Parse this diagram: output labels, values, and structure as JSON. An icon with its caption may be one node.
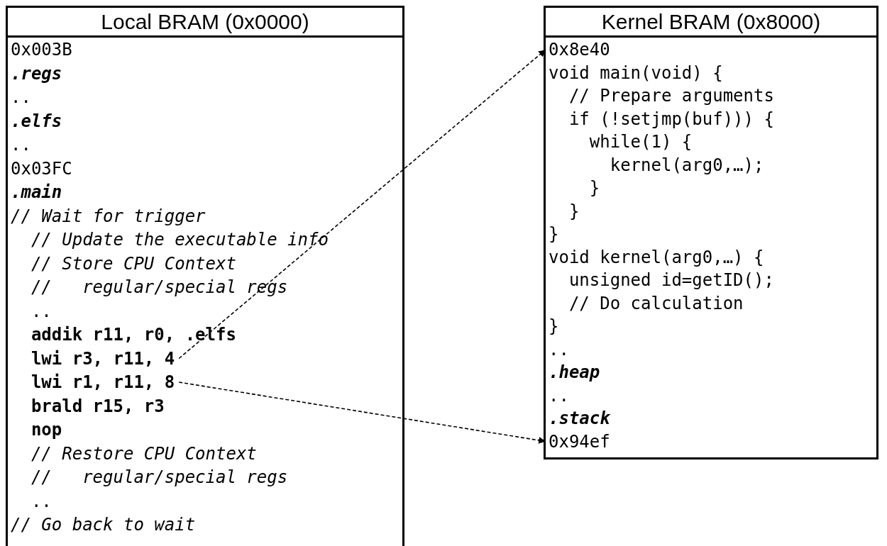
{
  "diagram": {
    "nodes": [
      {
        "text": [
          "Local BRAM (0x0000)"
        ]
      },
      {
        "text": [
          "0x003B"
        ],
        "in": 0
      },
      {
        "text": [
          ".regs"
        ],
        "in": 0
      },
      {
        "text": [
          ".."
        ],
        "in": 0
      },
      {
        "text": [
          ".elfs"
        ],
        "in": 0
      },
      {
        "text": [
          ".."
        ],
        "in": 0
      },
      {
        "text": [
          "0x03FC"
        ],
        "in": 0
      },
      {
        "text": [
          ".main"
        ],
        "in": 0
      },
      {
        "text": [
          "// Wait for trigger"
        ],
        "in": 0
      },
      {
        "text": [
          "// Update the executable info"
        ],
        "in": 0
      },
      {
        "text": [
          "// Store CPU Context"
        ],
        "in": 0
      },
      {
        "text": [
          "//   regular/special regs"
        ],
        "in": 0
      },
      {
        "text": [
          ".."
        ],
        "in": 0
      },
      {
        "text": [
          "addik r11, r0, .elfs"
        ],
        "in": 0
      },
      {
        "text": [
          "lwi r3, r11, 4"
        ],
        "in": 0
      },
      {
        "text": [
          "lwi r1, r11, 8"
        ],
        "in": 0
      },
      {
        "text": [
          "brald r15, r3"
        ],
        "in": 0
      },
      {
        "text": [
          "nop"
        ],
        "in": 0
      },
      {
        "text": [
          "// Restore CPU Context"
        ],
        "in": 0
      },
      {
        "text": [
          "//   regular/special regs"
        ],
        "in": 0
      },
      {
        "text": [
          ".."
        ],
        "in": 0
      },
      {
        "text": [
          "// Go back to wait"
        ],
        "in": 0
      },
      {
        "text": [
          "Kernel BRAM (0x8000)"
        ]
      },
      {
        "text": [
          "0x8e40"
        ],
        "in": 22
      },
      {
        "text": [
          "void main(void) {"
        ],
        "in": 22
      },
      {
        "text": [
          "// Prepare arguments"
        ],
        "in": 22
      },
      {
        "text": [
          "if (!setjmp(buf))) {"
        ],
        "in": 22
      },
      {
        "text": [
          "while(1) {"
        ],
        "in": 22
      },
      {
        "text": [
          "kernel(arg0,…);"
        ],
        "in": 22
      },
      {
        "text": [
          "}"
        ],
        "in": 22
      },
      {
        "text": [
          "}"
        ],
        "in": 22
      },
      {
        "text": [
          "}"
        ],
        "in": 22
      },
      {
        "text": [
          "void kernel(arg0,…) {"
        ],
        "in": 22
      },
      {
        "text": [
          "unsigned id=getID();"
        ],
        "in": 22
      },
      {
        "text": [
          "// Do calculation"
        ],
        "in": 22
      },
      {
        "text": [
          "}"
        ],
        "in": 22
      },
      {
        "text": [
          ".."
        ],
        "in": 22
      },
      {
        "text": [
          ".heap"
        ],
        "in": 22
      },
      {
        "text": [
          ".."
        ],
        "in": 22
      },
      {
        "text": [
          ".stack"
        ],
        "in": 22
      },
      {
        "text": [
          "0x94ef"
        ],
        "in": 22
      }
    ],
    "edges": [
      {
        "from": 14,
        "to": 23,
        "arrow": "to",
        "style": "dashed"
      },
      {
        "from": 15,
        "to": 40,
        "arrow": "to",
        "style": "dashed"
      }
    ]
  }
}
